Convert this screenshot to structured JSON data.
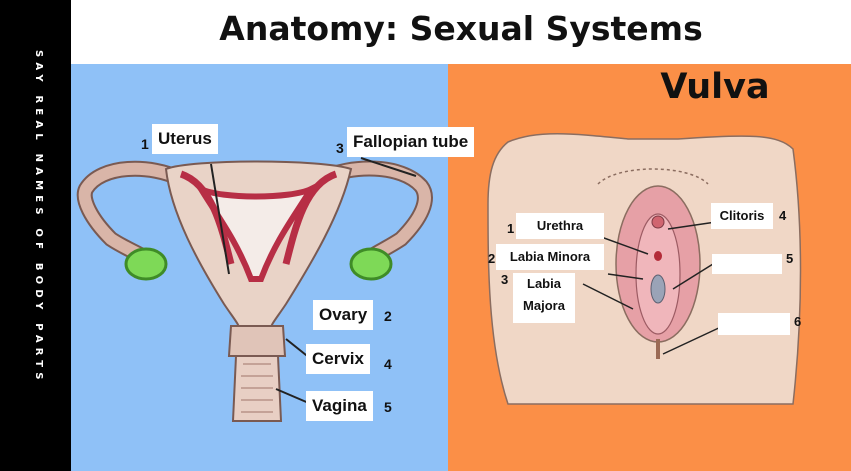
{
  "slide": {
    "title": "Anatomy: Sexual Systems",
    "sidebar_text": "SAY REAL NAMES OF BODY PARTS",
    "vulva_title": "Vulva"
  },
  "colors": {
    "sidebar": "#000000",
    "left_panel": "#8fc1f7",
    "right_panel": "#fb8f47",
    "label_box": "#ffffff"
  },
  "internal_labels": [
    {
      "number": "1",
      "text": "Uterus"
    },
    {
      "number": "3",
      "text": "Fallopian tube"
    },
    {
      "number": "2",
      "text": "Ovary"
    },
    {
      "number": "4",
      "text": "Cervix"
    },
    {
      "number": "5",
      "text": "Vagina"
    }
  ],
  "vulva_labels": [
    {
      "number": "1",
      "text": "Urethra"
    },
    {
      "number": "2",
      "text": "Labia Minora"
    },
    {
      "number": "3",
      "line1": "Labia",
      "line2": "Majora"
    },
    {
      "number": "4",
      "text": "Clitoris"
    },
    {
      "number": "5",
      "text": ""
    },
    {
      "number": "6",
      "text": ""
    }
  ]
}
